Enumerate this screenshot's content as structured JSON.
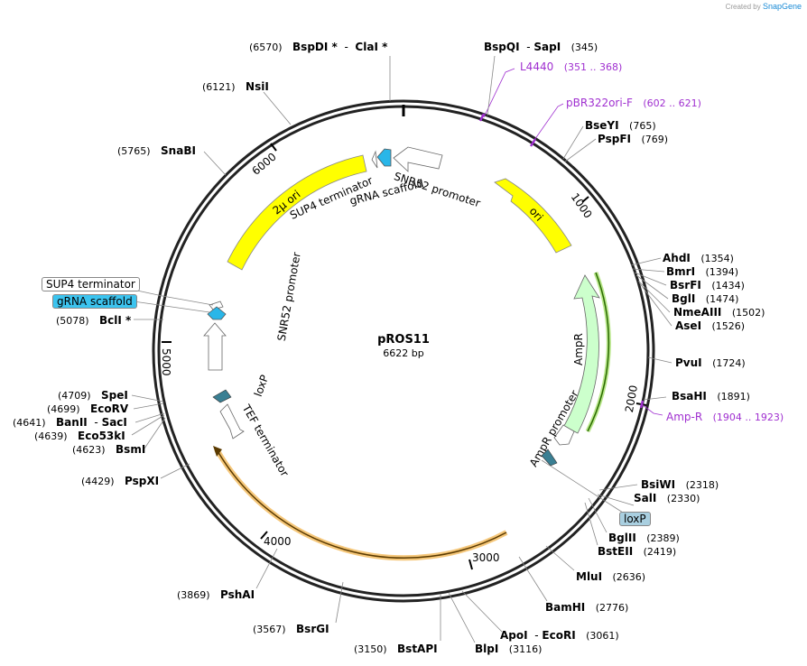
{
  "credit": {
    "prefix": "Created by",
    "brand": "SnapGene"
  },
  "plasmid": {
    "name": "pROS11",
    "size": "6622 bp"
  },
  "ticks": [
    "1000",
    "2000",
    "3000",
    "4000",
    "5000",
    "6000"
  ],
  "features": {
    "two_micron_ori": "2µ ori",
    "sup4_terminator": "SUP4 terminator",
    "grna_scaffold": "gRNA scaffold",
    "snr52_promoter": "SNR52 promoter",
    "ori": "ori",
    "ampr": "AmpR",
    "ampr_promoter": "AmpR promoter",
    "loxp": "loxP",
    "tef_terminator": "TEF terminator"
  },
  "boxed_labels": {
    "sup4_terminator": "SUP4 terminator",
    "grna_scaffold": "gRNA scaffold",
    "loxp": "loxP"
  },
  "primers": [
    {
      "name": "L4440",
      "range": "(351 .. 368)"
    },
    {
      "name": "pBR322ori-F",
      "range": "(602 .. 621)"
    },
    {
      "name": "Amp-R",
      "range": "(1904 .. 1923)"
    }
  ],
  "sites": {
    "bspdi": {
      "pos": "(6570)",
      "name": "BspDI *",
      "sep": "-",
      "name2": "ClaI *"
    },
    "nsii": {
      "pos": "(6121)",
      "name": "NsiI"
    },
    "snabi": {
      "pos": "(5765)",
      "name": "SnaBI"
    },
    "bcli": {
      "pos": "(5078)",
      "name": "BclI *"
    },
    "spei": {
      "pos": "(4709)",
      "name": "SpeI"
    },
    "ecorv": {
      "pos": "(4699)",
      "name": "EcoRV"
    },
    "banii": {
      "pos": "(4641)",
      "name": "BanII",
      "sep": "-",
      "name2": "SacI"
    },
    "eco53ki": {
      "pos": "(4639)",
      "name": "Eco53kI"
    },
    "bsmi": {
      "pos": "(4623)",
      "name": "BsmI"
    },
    "pspxi": {
      "pos": "(4429)",
      "name": "PspXI"
    },
    "pshai": {
      "pos": "(3869)",
      "name": "PshAI"
    },
    "bsrgi": {
      "pos": "(3567)",
      "name": "BsrGI"
    },
    "bstapi": {
      "pos": "(3150)",
      "name": "BstAPI"
    },
    "blpi": {
      "name": "BlpI",
      "pos": "(3116)"
    },
    "apoi": {
      "name": "ApoI",
      "sep": "-",
      "name2": "EcoRI",
      "pos": "(3061)"
    },
    "bamhi": {
      "name": "BamHI",
      "pos": "(2776)"
    },
    "mlui": {
      "name": "MluI",
      "pos": "(2636)"
    },
    "bsteii": {
      "name": "BstEII",
      "pos": "(2419)"
    },
    "bglii": {
      "name": "BglII",
      "pos": "(2389)"
    },
    "sali": {
      "name": "SalI",
      "pos": "(2330)"
    },
    "bsiwi": {
      "name": "BsiWI",
      "pos": "(2318)"
    },
    "bsahi": {
      "name": "BsaHI",
      "pos": "(1891)"
    },
    "pvui": {
      "name": "PvuI",
      "pos": "(1724)"
    },
    "asei": {
      "name": "AseI",
      "pos": "(1526)"
    },
    "nmeaiii": {
      "name": "NmeAIII",
      "pos": "(1502)"
    },
    "bgli": {
      "name": "BglI",
      "pos": "(1474)"
    },
    "bsrfi": {
      "name": "BsrFI",
      "pos": "(1434)"
    },
    "bmri": {
      "name": "BmrI",
      "pos": "(1394)"
    },
    "ahdi": {
      "name": "AhdI",
      "pos": "(1354)"
    },
    "pspfi": {
      "name": "PspFI",
      "pos": "(769)"
    },
    "bseyi": {
      "name": "BseYI",
      "pos": "(765)"
    },
    "bspqi": {
      "name": "BspQI",
      "sep": "-",
      "name2": "SapI",
      "pos": "(345)"
    }
  },
  "colors": {
    "backbone": "#222222",
    "ori_yellow": "#ffff00",
    "ampr_green": "#ccffcc",
    "grna_blue": "#29b6e8",
    "loxp_teal": "#3a7f93",
    "primer_purple": "#a030d0",
    "orf_orange": "#f5b041"
  }
}
